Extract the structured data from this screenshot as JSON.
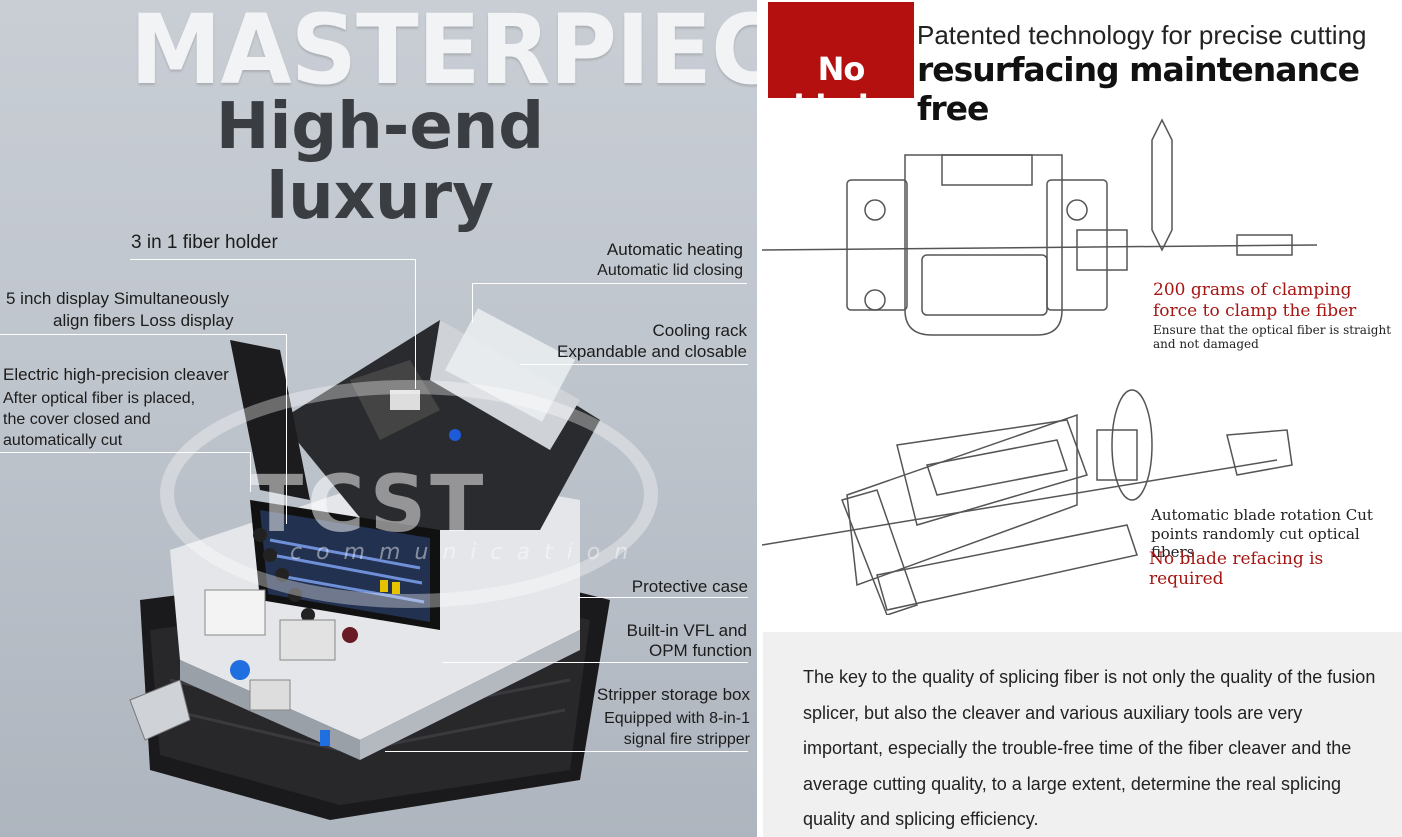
{
  "left_panel": {
    "title": "MASTERPIECE",
    "subtitle": "High-end luxury",
    "watermark": {
      "logo": "TCST",
      "sub": "communication"
    },
    "callouts": {
      "fiber_holder": "3 in 1 fiber holder",
      "display_line1": "5 inch display Simultaneously",
      "display_line2": "align fibers Loss display",
      "cleaver_title": "Electric high-precision cleaver",
      "cleaver_line1": "After optical fiber is placed,",
      "cleaver_line2": "the cover closed and",
      "cleaver_line3": "automatically cut",
      "heating_line1": "Automatic heating",
      "heating_line2": "Automatic lid closing",
      "cooling_line1": "Cooling rack",
      "cooling_line2": "Expandable and closable",
      "case": "Protective case",
      "vfl_line1": "Built-in VFL and",
      "vfl_line2": "OPM function",
      "stripper_title": "Stripper storage box",
      "stripper_line1": "Equipped with 8-in-1",
      "stripper_line2": "signal fire stripper"
    }
  },
  "right_panel": {
    "badge": "No blade",
    "top_line": "Patented technology for precise cutting",
    "headline": "resurfacing maintenance free",
    "clamp": {
      "red_line1": "200 grams of clamping",
      "red_line2": "force to clamp the fiber",
      "note_line1": "Ensure that the optical fiber is straight",
      "note_line2": "and not damaged"
    },
    "blade": {
      "line1": "Automatic blade rotation Cut",
      "line2": "points randomly cut optical fibers",
      "red": "No blade refacing is required"
    },
    "paragraph": "The key to the quality of splicing fiber is not only the quality of the fusion splicer, but also the cleaver and various auxiliary tools are very important, especially the trouble-free time of the fiber cleaver and the average cutting quality, to a large extent, determine the real splicing quality and splicing efficiency."
  },
  "colors": {
    "accent_red": "#b3100f",
    "text_red": "#a51613"
  }
}
